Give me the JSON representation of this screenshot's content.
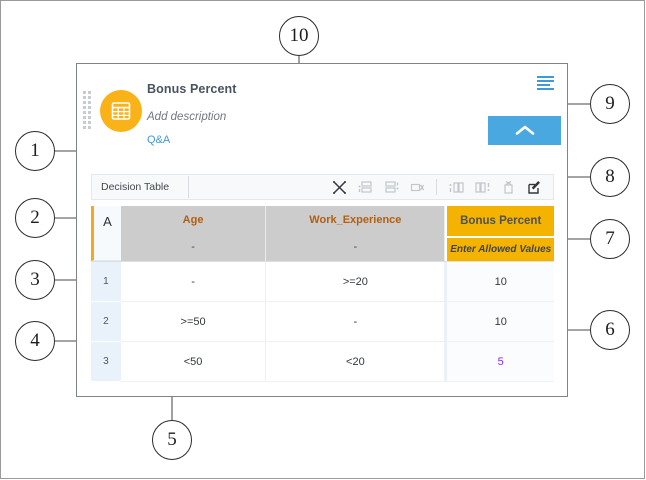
{
  "panel": {
    "title": "Bonus Percent",
    "subtitle": "Add description",
    "qa_link": "Q&A",
    "doc_icon": "table-grid-icon",
    "menu_icon": "hamburger-menu-icon",
    "collapse_icon": "chevron-up-icon",
    "drag_handle": "drag-handle-dots"
  },
  "toolbar": {
    "label": "Decision Table",
    "icons": [
      {
        "name": "clear-cells-icon",
        "glyph": "scissors-cross",
        "enabled": true
      },
      {
        "name": "insert-row-above-icon",
        "glyph": "row-above",
        "enabled": false
      },
      {
        "name": "insert-row-below-icon",
        "glyph": "row-below",
        "enabled": false
      },
      {
        "name": "delete-row-icon",
        "glyph": "row-delete",
        "enabled": false
      },
      {
        "name": "insert-column-left-icon",
        "glyph": "col-left",
        "enabled": false
      },
      {
        "name": "insert-column-right-icon",
        "glyph": "col-right",
        "enabled": false
      },
      {
        "name": "delete-column-icon",
        "glyph": "col-delete",
        "enabled": false
      },
      {
        "name": "edit-icon",
        "glyph": "pencil-square",
        "enabled": true
      }
    ]
  },
  "table": {
    "corner_label": "A",
    "input_columns": [
      {
        "name": "Age",
        "allowed_values": "-"
      },
      {
        "name": "Work_Experience",
        "allowed_values": "-"
      }
    ],
    "output_column": {
      "name": "Bonus Percent",
      "allowed_values_placeholder": "Enter Allowed Values"
    },
    "rows": [
      {
        "index": "1",
        "age": "-",
        "work_experience": ">=20",
        "bonus_percent": "10",
        "highlight": false
      },
      {
        "index": "2",
        "age": ">=50",
        "work_experience": "-",
        "bonus_percent": "10",
        "highlight": false
      },
      {
        "index": "3",
        "age": "<50",
        "work_experience": "<20",
        "bonus_percent": "5",
        "highlight": true
      }
    ]
  },
  "callouts": [
    {
      "id": "1",
      "label": "1"
    },
    {
      "id": "2",
      "label": "2"
    },
    {
      "id": "3",
      "label": "3"
    },
    {
      "id": "4",
      "label": "4"
    },
    {
      "id": "5",
      "label": "5"
    },
    {
      "id": "6",
      "label": "6"
    },
    {
      "id": "7",
      "label": "7"
    },
    {
      "id": "8",
      "label": "8"
    },
    {
      "id": "9",
      "label": "9"
    },
    {
      "id": "10",
      "label": "10"
    }
  ],
  "colors": {
    "accent_orange": "#f5b301",
    "icon_orange": "#f9b319",
    "link_blue": "#3e9ad6",
    "button_blue": "#4aa8e0",
    "header_gray": "#cccccc",
    "index_blue": "#e9f2fa",
    "highlight_purple": "#8a2be2",
    "frame_gray": "#7f8487"
  }
}
